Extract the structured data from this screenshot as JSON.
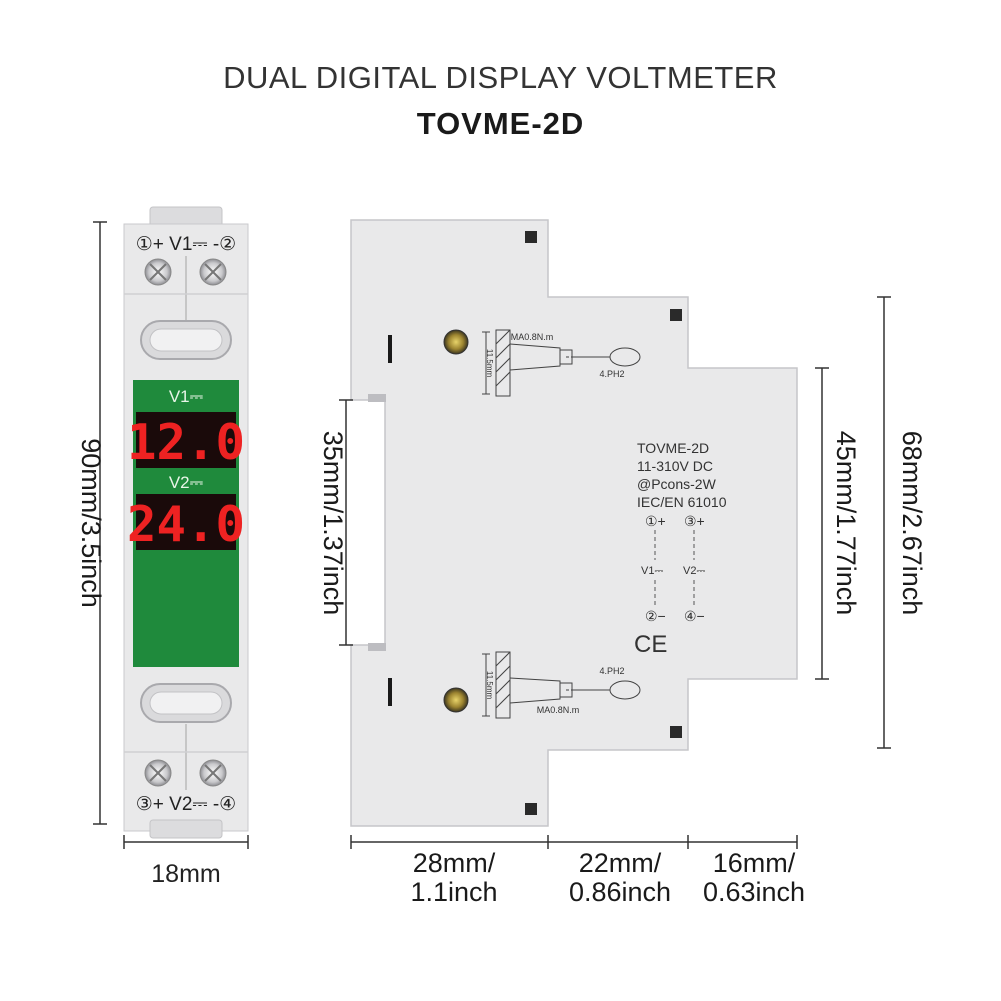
{
  "header": {
    "title": "DUAL DIGITAL DISPLAY VOLTMETER",
    "model": "TOVME-2D"
  },
  "front_view": {
    "top_terminal_label": "①+ V1⎓ -②",
    "bottom_terminal_label": "③+ V2⎓ -④",
    "display": {
      "v1_label": "V1⎓",
      "v1_value": "12.0",
      "v2_label": "V2⎓",
      "v2_value": "24.0"
    },
    "height_dim": "90mm/3.5inch",
    "width_dim": "18mm"
  },
  "side_view": {
    "specs": [
      "TOVME-2D",
      "11-310V DC",
      "@Pcons-2W",
      "IEC/EN  61010"
    ],
    "wiring": {
      "t1": "①+",
      "t3": "③+",
      "v1": "V1⎓",
      "v2": "V2⎓",
      "t2": "②−",
      "t4": "④−"
    },
    "ce_mark": "CE",
    "torque_top": "MA0.8N.m",
    "tool_top": "4.PH2",
    "strip_top": "11.5mm",
    "torque_bottom": "MA0.8N.m",
    "tool_bottom": "4.PH2",
    "strip_bottom": "11.5mm",
    "dim_35": "35mm/1.37inch",
    "dim_45": "45mm/1.77inch",
    "dim_68": "68mm/2.67inch",
    "dim_28_line1": "28mm/",
    "dim_28_line2": "1.1inch",
    "dim_22_line1": "22mm/",
    "dim_22_line2": "0.86inch",
    "dim_16_line1": "16mm/",
    "dim_16_line2": "0.63inch"
  },
  "colors": {
    "body": "#e9e9ea",
    "display_green": "#1f8a3c",
    "digits": "#ee2222"
  }
}
